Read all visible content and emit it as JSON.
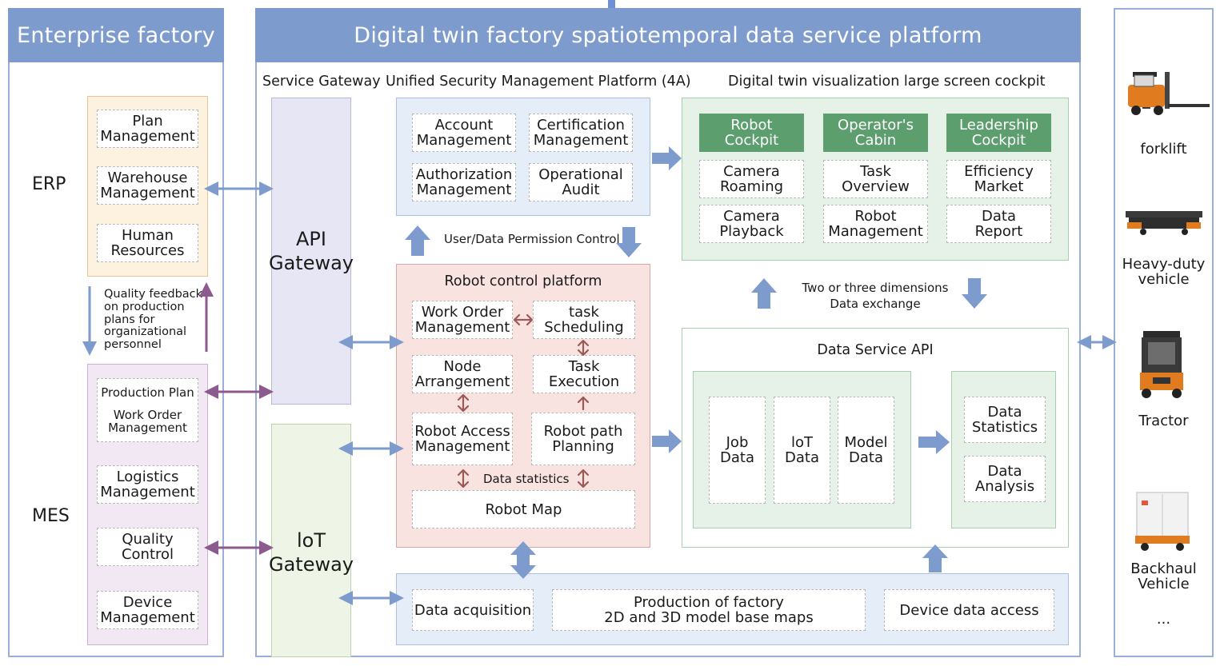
{
  "left": {
    "title": "Enterprise factory",
    "erp_label": "ERP",
    "mes_label": "MES",
    "erp_items": [
      {
        "line1": "Plan",
        "line2": "Management"
      },
      {
        "line1": "Warehouse",
        "line2": "Management"
      },
      {
        "line1": "Human",
        "line2": "Resources"
      }
    ],
    "feedback": [
      "Quality feedback",
      "on production",
      "plans for",
      "organizational",
      "personnel"
    ],
    "mes_items": [
      {
        "line1": "Production Plan",
        "line2": "Work Order",
        "line3": "Management"
      },
      {
        "line1": "Logistics",
        "line2": "Management"
      },
      {
        "line1": "Quality",
        "line2": "Control"
      },
      {
        "line1": "Device",
        "line2": "Management"
      }
    ]
  },
  "main": {
    "title": "Digital twin factory spatiotemporal data service platform",
    "service_gateway_label": "Service Gateway",
    "api_gateway": {
      "line1": "API",
      "line2": "Gateway"
    },
    "iot_gateway": {
      "line1": "loT",
      "line2": "Gateway"
    },
    "security": {
      "title": "Unified Security Management Platform (4A)",
      "items": [
        {
          "line1": "Account",
          "line2": "Management"
        },
        {
          "line1": "Certification",
          "line2": "Management"
        },
        {
          "line1": "Authorization",
          "line2": "Management"
        },
        {
          "line1": "Operational",
          "line2": "Audit"
        }
      ]
    },
    "permission_label": "User/Data Permission Control",
    "robot_platform": {
      "title": "Robot control platform",
      "work_order": {
        "line1": "Work Order",
        "line2": "Management"
      },
      "task_scheduling": {
        "line1": "task",
        "line2": "Scheduling"
      },
      "node_arrangement": {
        "line1": "Node",
        "line2": "Arrangement"
      },
      "task_execution": {
        "line1": "Task",
        "line2": "Execution"
      },
      "robot_access": {
        "line1": "Robot Access",
        "line2": "Management"
      },
      "path_planning": {
        "line1": "Robot path",
        "line2": "Planning"
      },
      "data_statistics": "Data statistics",
      "robot_map": "Robot Map"
    },
    "cockpit": {
      "title": "Digital twin visualization large screen cockpit",
      "columns": [
        {
          "header": {
            "line1": "Robot",
            "line2": "Cockpit"
          },
          "items": [
            {
              "line1": "Camera",
              "line2": "Roaming"
            },
            {
              "line1": "Camera",
              "line2": "Playback"
            }
          ]
        },
        {
          "header": {
            "line1": "Operator's",
            "line2": "Cabin"
          },
          "items": [
            {
              "line1": "Task",
              "line2": "Overview"
            },
            {
              "line1": "Robot",
              "line2": "Management"
            }
          ]
        },
        {
          "header": {
            "line1": "Leadership",
            "line2": "Cockpit"
          },
          "items": [
            {
              "line1": "Efficiency",
              "line2": "Market"
            },
            {
              "line1": "Data",
              "line2": "Report"
            }
          ]
        }
      ]
    },
    "exchange_label": {
      "line1": "Two or three dimensions",
      "line2": "Data exchange"
    },
    "data_api": {
      "title": "Data Service API",
      "sources": [
        {
          "line1": "Job",
          "line2": "Data"
        },
        {
          "line1": "loT",
          "line2": "Data"
        },
        {
          "line1": "Model",
          "line2": "Data"
        }
      ],
      "outputs": [
        {
          "line1": "Data",
          "line2": "Statistics"
        },
        {
          "line1": "Data",
          "line2": "Analysis"
        }
      ]
    },
    "bottom": {
      "data_acquisition": "Data acquisition",
      "base_maps": {
        "line1": "Production of factory",
        "line2": "2D and 3D model base maps"
      },
      "device_access": "Device data access"
    }
  },
  "vehicles": [
    {
      "label1": "forklift",
      "label2": "",
      "icon": "forklift-icon"
    },
    {
      "label1": "Heavy-duty",
      "label2": "vehicle",
      "icon": "agv-vehicle-icon"
    },
    {
      "label1": "Tractor",
      "label2": "",
      "icon": "tractor-icon"
    },
    {
      "label1": "Backhaul",
      "label2": "Vehicle",
      "icon": "backhaul-vehicle-icon"
    }
  ],
  "vehicles_more": "...",
  "colors": {
    "header_blue": "#7e9bcd",
    "arrow_blue": "#7e9bcd",
    "arrow_purple": "#8c5a8e",
    "arrow_red": "#9a5b57",
    "cockpit_green": "#5c9e6e"
  }
}
